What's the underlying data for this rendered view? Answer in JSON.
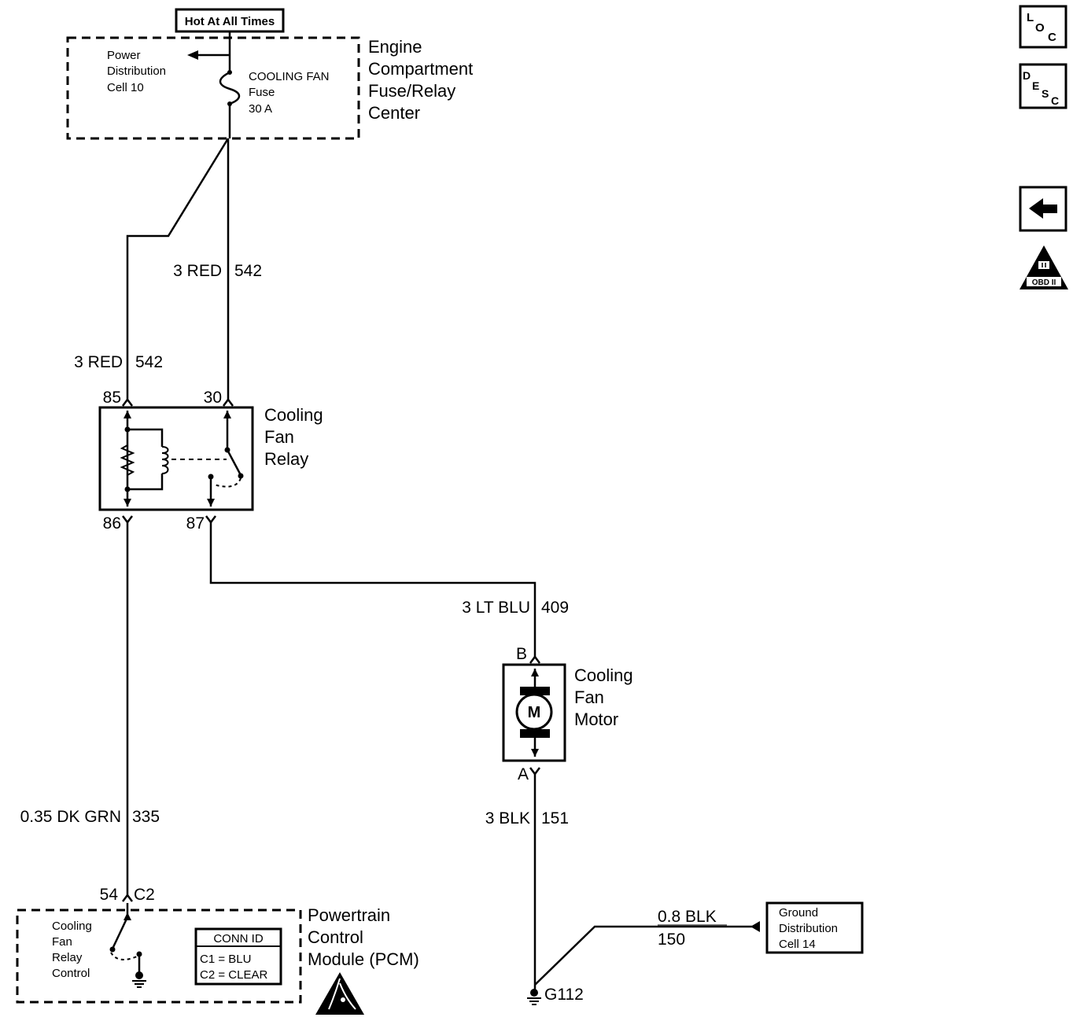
{
  "top": {
    "hot_label": "Hot At All Times"
  },
  "fuse_center": {
    "power_dist": [
      "Power",
      "Distribution",
      "Cell 10"
    ],
    "fuse": [
      "COOLING FAN",
      "Fuse",
      "30 A"
    ],
    "name": [
      "Engine",
      "Compartment",
      "Fuse/Relay",
      "Center"
    ]
  },
  "wires": {
    "red_upper": {
      "size_color": "3 RED",
      "circuit": "542"
    },
    "red_lower": {
      "size_color": "3 RED",
      "circuit": "542"
    },
    "lt_blu": {
      "size_color": "3 LT BLU",
      "circuit": "409"
    },
    "dk_grn": {
      "size_color": "0.35 DK GRN",
      "circuit": "335"
    },
    "blk": {
      "size_color": "3 BLK",
      "circuit": "151"
    },
    "blk_gnd": {
      "size_color": "0.8 BLK",
      "circuit": "150"
    }
  },
  "relay": {
    "name": [
      "Cooling",
      "Fan",
      "Relay"
    ],
    "pins": {
      "p85": "85",
      "p30": "30",
      "p86": "86",
      "p87": "87"
    }
  },
  "motor": {
    "name": [
      "Cooling",
      "Fan",
      "Motor"
    ],
    "symbol": "M",
    "pin_b": "B",
    "pin_a": "A"
  },
  "pcm": {
    "connector": "54",
    "connector_id": "C2",
    "switch_label": [
      "Cooling",
      "Fan",
      "Relay",
      "Control"
    ],
    "conn_table": {
      "title": "CONN ID",
      "rows": [
        "C1 = BLU",
        "C2 = CLEAR"
      ]
    },
    "name": [
      "Powertrain",
      "Control",
      "Module (PCM)"
    ]
  },
  "ground": {
    "id": "G112",
    "ref": [
      "Ground",
      "Distribution",
      "Cell 14"
    ]
  },
  "side_nav": {
    "loc": [
      "L",
      "O",
      "C"
    ],
    "desc": [
      "D",
      "E",
      "S",
      "C"
    ],
    "obd_label": "OBD II",
    "icons": [
      "loc-icon",
      "desc-icon",
      "back-arrow-icon",
      "obd-ii-icon"
    ]
  }
}
